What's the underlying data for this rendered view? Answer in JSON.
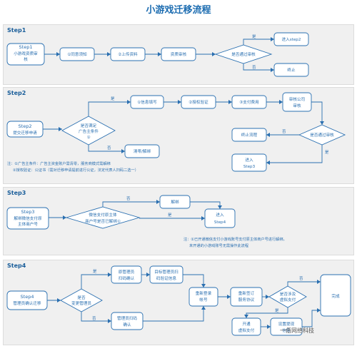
{
  "title": "小游戏迁移流程",
  "watermark": "一佰网络科技",
  "step1": {
    "title": "Step1",
    "start": [
      "Step1",
      "小游戏资质审",
      "核"
    ],
    "n1": "①同意须知",
    "n2": "②上传资料",
    "n3": "资质审核",
    "decision": "是否通过审核",
    "yes": "是",
    "no": "否",
    "ok": "进入step2",
    "end": "终止"
  },
  "step2": {
    "title": "Step2",
    "start": [
      "Step2",
      "提交迁移申请"
    ],
    "decision": [
      "是否满足",
      "广告主条件",
      "①"
    ],
    "info": "①信息填写",
    "auth": "②授权验证",
    "pay": "③支付费用",
    "review": [
      "审核公司",
      "审核"
    ],
    "decision2": "是否通过审核",
    "stop": "终止流程",
    "enter": [
      "进入",
      "Step3"
    ],
    "clear": "清零/解绑",
    "yes": "是",
    "no": "否",
    "note1": "注：①广告主条件：广告主资金账户需清零，服务商模式需解绑",
    "note2": "②授权验证：公证书（需对迁移申请提前进行公证，法定代表人扫码二选一）"
  },
  "step3": {
    "title": "Step3",
    "start": [
      "Step3",
      "解绑微信支付原",
      "主体商户号"
    ],
    "decision": [
      "微信支付原主体",
      "商户号是否已解绑①"
    ],
    "unbind": "解绑",
    "enter": [
      "进入",
      "Step4"
    ],
    "yes": "是",
    "no": "否",
    "note1": "注：①已开通微信支付小游戏账号支付原主体商户号进行解绑，",
    "note2": "未开通的小游戏账号无需操作此流程"
  },
  "step4": {
    "title": "Step4",
    "start": [
      "Step4",
      "管理员确认迁移"
    ],
    "decision": [
      "是否",
      "变更管理员"
    ],
    "a1": [
      "原管理员",
      "扫码确认"
    ],
    "a2": [
      "目标管理员扫",
      "码验证信息"
    ],
    "b1": [
      "管理员扫码",
      "确认"
    ],
    "login": [
      "重新登录",
      "帐号"
    ],
    "sign": [
      "重新签订",
      "服务协议"
    ],
    "decision2": [
      "是否涉及",
      "虚拟支付"
    ],
    "done": "完成",
    "open": [
      "开通",
      "虚拟支付"
    ],
    "setwd": [
      "设置提现",
      "信息"
    ],
    "yes": "是",
    "no": "否"
  }
}
